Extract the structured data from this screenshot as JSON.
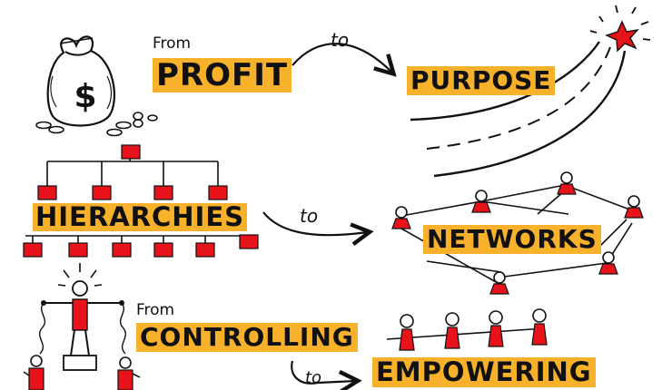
{
  "rows": [
    {
      "from_label": "From",
      "left": "PROFIT",
      "to_label": "to",
      "right": "PURPOSE"
    },
    {
      "left": "HIERARCHIES",
      "to_label": "to",
      "right": "NETWORKS"
    },
    {
      "from_label": "From",
      "left": "CONTROLLING",
      "to_label": "to",
      "right": "EMPOWERING"
    }
  ],
  "colors": {
    "highlight": "#f8b12a",
    "red": "#e8121b",
    "ink": "#111111"
  },
  "icons": [
    "money-bag-icon",
    "star-icon",
    "person-icon",
    "org-chart-icon"
  ],
  "money_bag_symbol": "$"
}
